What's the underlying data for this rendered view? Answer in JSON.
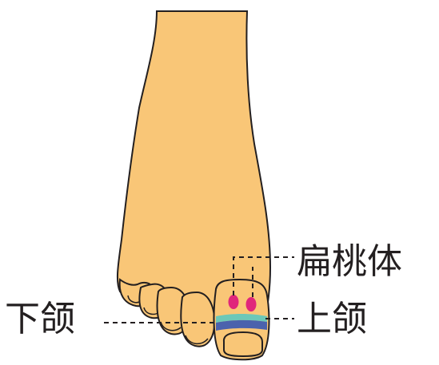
{
  "labels": {
    "tonsil": "扁桃体",
    "upper_jaw": "上颌",
    "lower_jaw": "下颌"
  },
  "colors": {
    "skin": "#f9c677",
    "outline": "#231f20",
    "tonsil_marks": "#e0267b",
    "upper_jaw_band": "#6cc8b8",
    "lower_jaw_band": "#4b62ad",
    "leader_lines": "#231f20"
  }
}
